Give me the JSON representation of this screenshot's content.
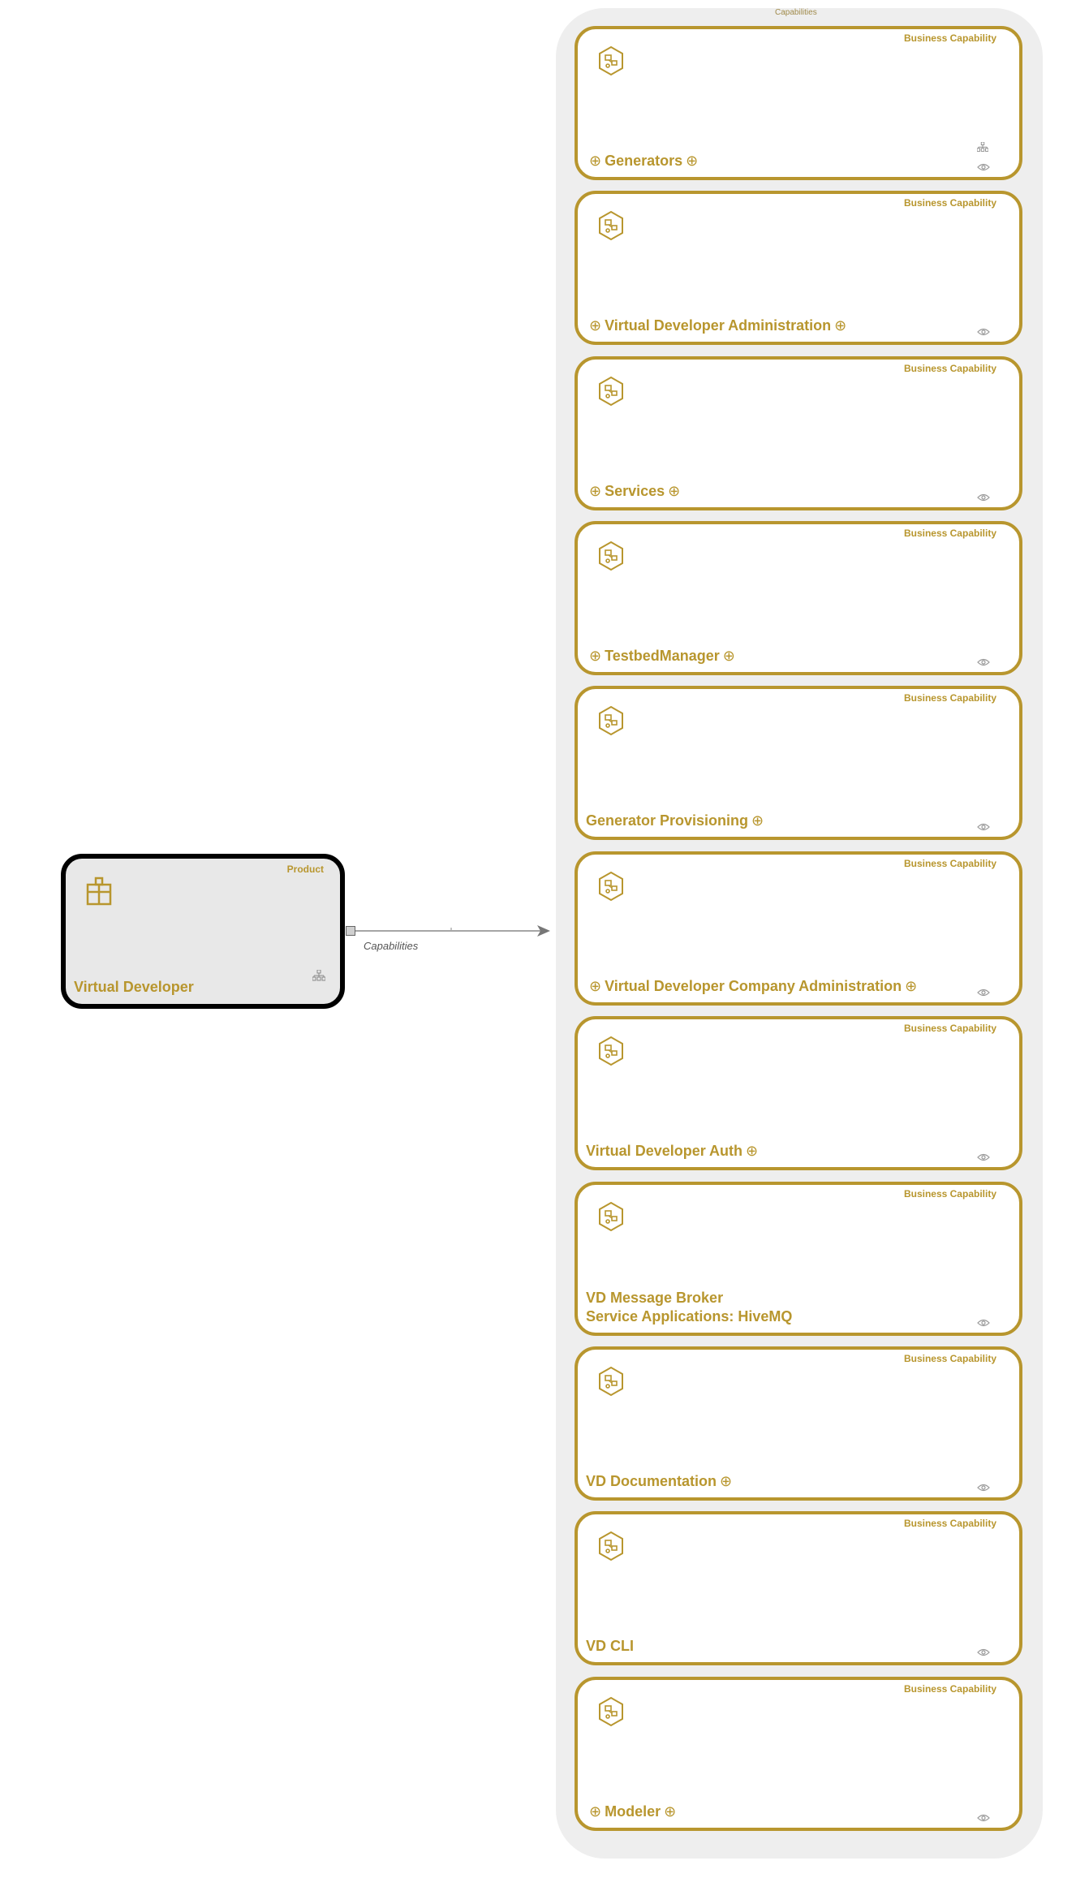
{
  "product": {
    "type_label": "Product",
    "title": "Virtual Developer",
    "icon": "product-box-icon"
  },
  "edge": {
    "label": "Capabilities"
  },
  "container": {
    "title": "Capabilities"
  },
  "capabilities": [
    {
      "type_label": "Business Capability",
      "title": "Generators",
      "plus_before": true,
      "plus_after": true,
      "hierarchy": true
    },
    {
      "type_label": "Business Capability",
      "title": "Virtual Developer Administration",
      "plus_before": true,
      "plus_after": true,
      "hierarchy": false
    },
    {
      "type_label": "Business Capability",
      "title": "Services",
      "plus_before": true,
      "plus_after": true,
      "hierarchy": false
    },
    {
      "type_label": "Business Capability",
      "title": "TestbedManager",
      "plus_before": true,
      "plus_after": true,
      "hierarchy": false
    },
    {
      "type_label": "Business Capability",
      "title": "Generator Provisioning",
      "plus_before": false,
      "plus_after": true,
      "hierarchy": false
    },
    {
      "type_label": "Business Capability",
      "title": "Virtual Developer Company Administration",
      "plus_before": true,
      "plus_after": true,
      "hierarchy": false
    },
    {
      "type_label": "Business Capability",
      "title": "Virtual Developer Auth",
      "plus_before": false,
      "plus_after": true,
      "hierarchy": false
    },
    {
      "type_label": "Business Capability",
      "title": "VD Message Broker\nService Applications: HiveMQ",
      "plus_before": false,
      "plus_after": false,
      "hierarchy": false
    },
    {
      "type_label": "Business Capability",
      "title": "VD Documentation",
      "plus_before": false,
      "plus_after": true,
      "hierarchy": false
    },
    {
      "type_label": "Business Capability",
      "title": "VD CLI",
      "plus_before": false,
      "plus_after": false,
      "hierarchy": false
    },
    {
      "type_label": "Business Capability",
      "title": "Modeler",
      "plus_before": true,
      "plus_after": true,
      "hierarchy": false
    }
  ],
  "plus_glyph": "⊕",
  "colors": {
    "accent": "#b8962e",
    "container": "#eeeeee",
    "product_fill": "#e8e8e8"
  }
}
